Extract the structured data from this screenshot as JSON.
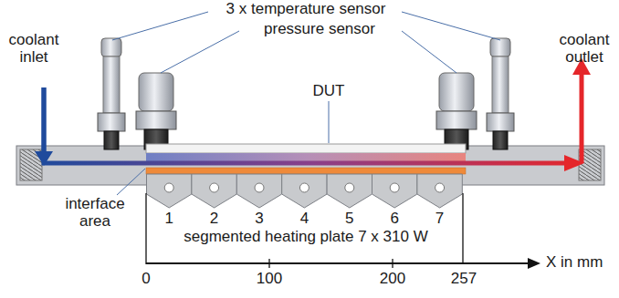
{
  "diagram": {
    "labels": [
      "3 x temperature sensor",
      "pressure sensor",
      "coolant inlet",
      "coolant outlet",
      "DUT",
      "interface area",
      "1",
      "2",
      "3",
      "4",
      "5",
      "6",
      "7",
      "segmented heating plate 7 x 310 W",
      "X in mm",
      "0",
      "100",
      "200",
      "257"
    ]
  }
}
